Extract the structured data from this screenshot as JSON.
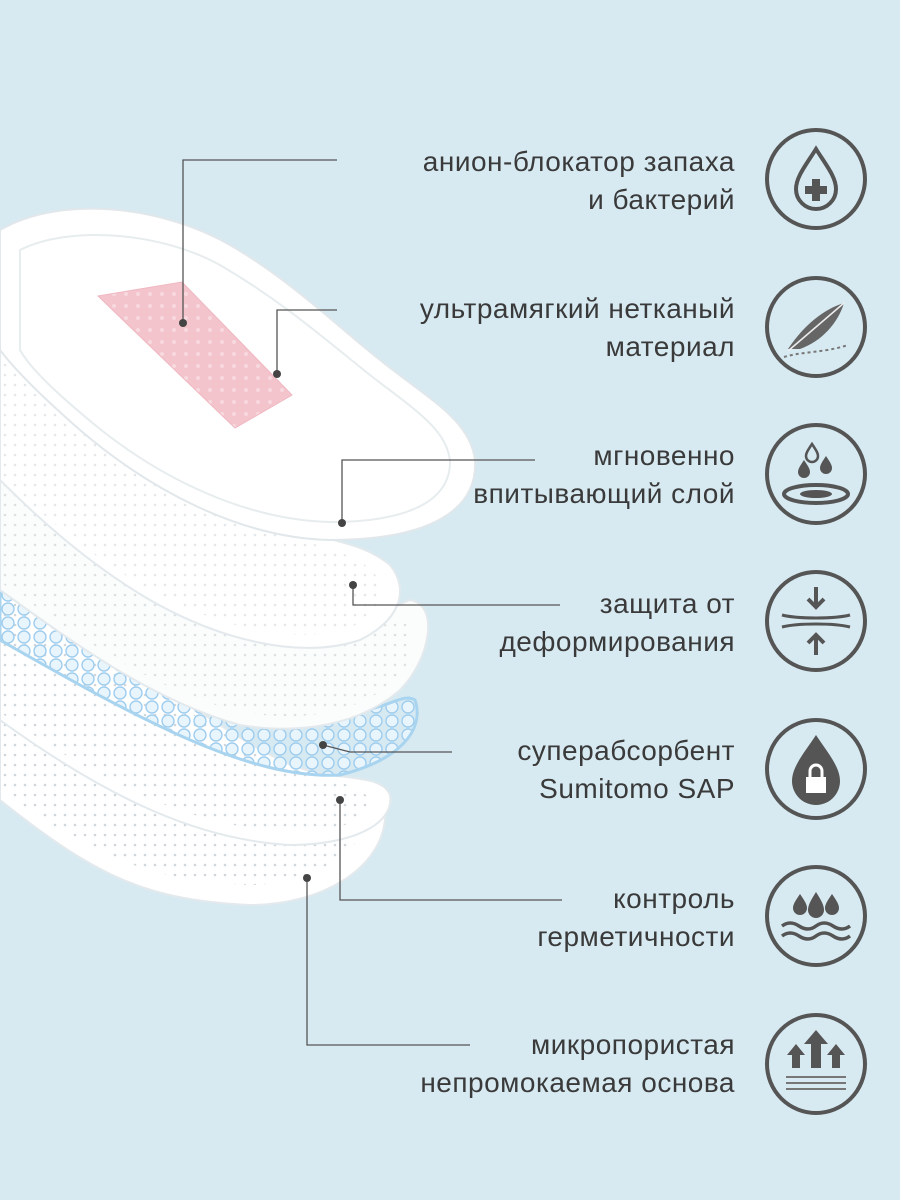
{
  "features": [
    {
      "line1": "анион-блокатор запаха",
      "line2": "и бактерий",
      "icon": "drop-plus-icon"
    },
    {
      "line1": "ультрамягкий нетканый",
      "line2": "материал",
      "icon": "feather-icon"
    },
    {
      "line1": "мгновенно",
      "line2": "впитывающий слой",
      "icon": "absorbing-pad-icon"
    },
    {
      "line1": "защита от",
      "line2": "деформирования",
      "icon": "compression-arrows-icon"
    },
    {
      "line1": "суперабсорбент",
      "line2": "Sumitomo SAP",
      "icon": "drop-lock-icon"
    },
    {
      "line1": "контроль",
      "line2": "герметичности",
      "icon": "drops-waves-icon"
    },
    {
      "line1": "микропористая",
      "line2": "непромокаемая основа",
      "icon": "breathable-base-icon"
    }
  ],
  "colors": {
    "background": "#d7eaf2",
    "text": "#3a3a3a",
    "icon_stroke": "#555555",
    "pink_strip": "#f3c4cc",
    "sap_blue": "#b9dcf3"
  }
}
